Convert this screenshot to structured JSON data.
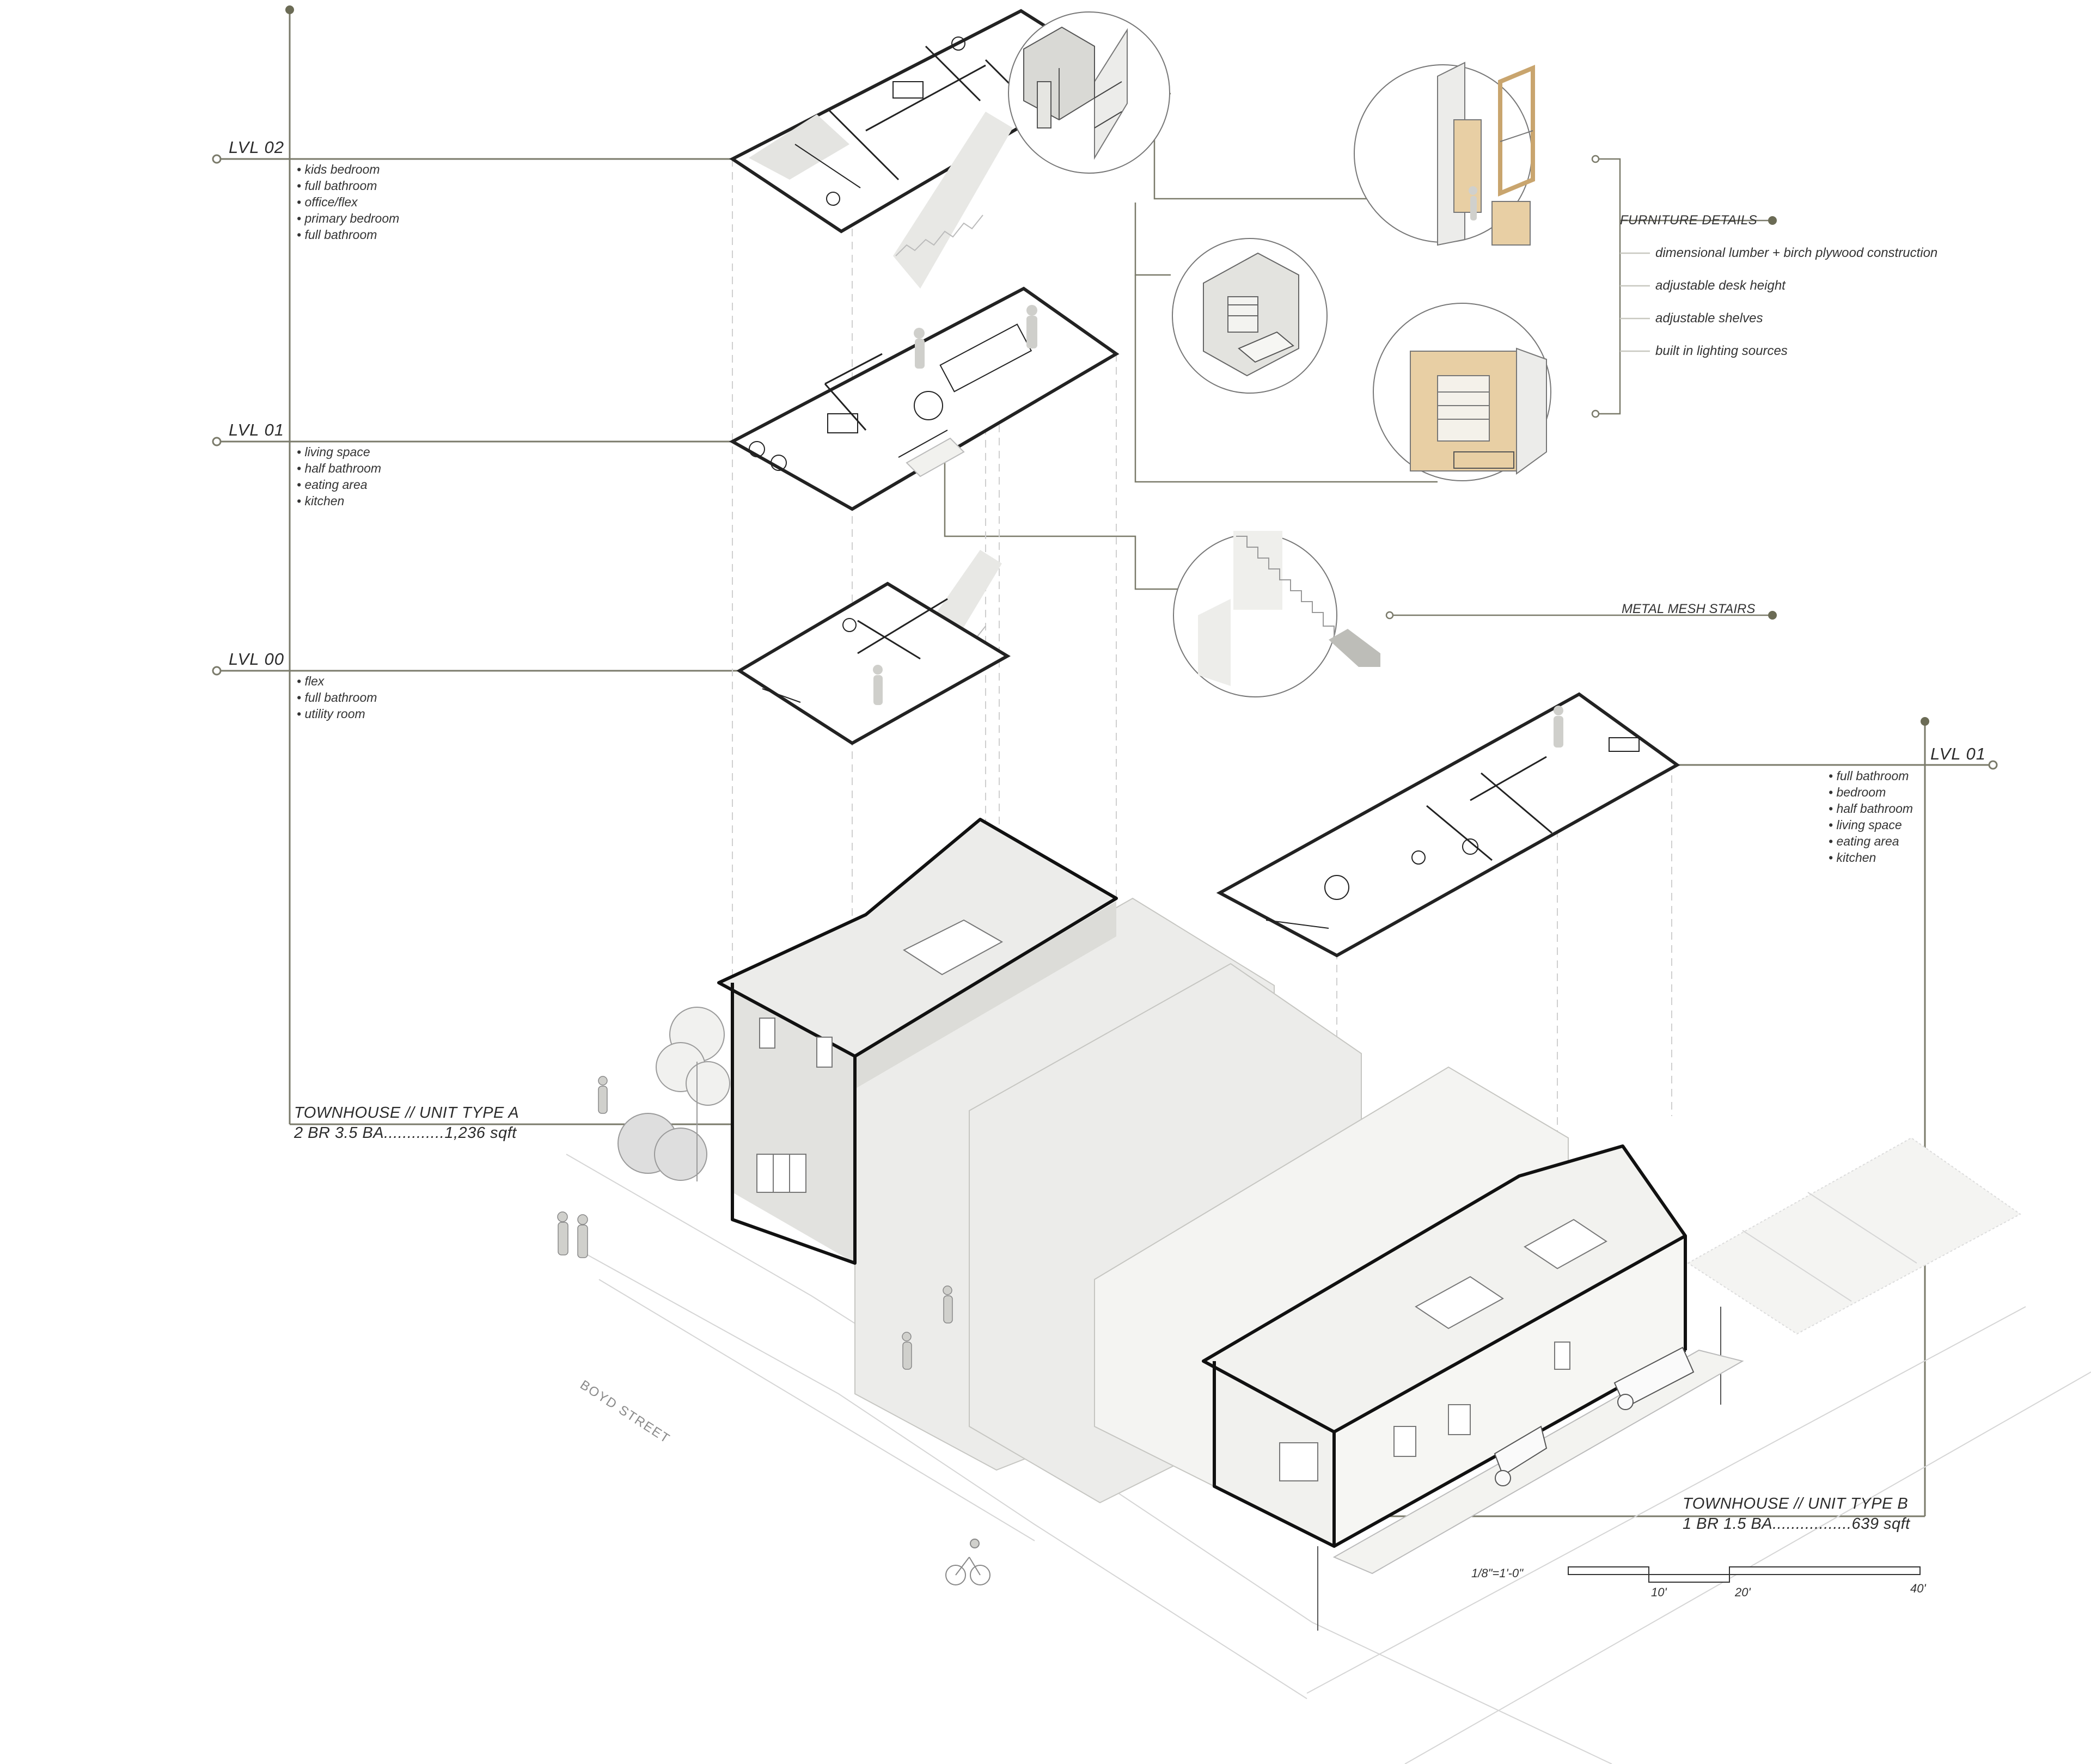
{
  "levels_left": [
    {
      "label": "LVL 02",
      "items": [
        "kids bedroom",
        "full bathroom",
        "office/flex",
        "primary bedroom",
        "full bathroom"
      ]
    },
    {
      "label": "LVL 01",
      "items": [
        "living space",
        "half bathroom",
        "eating area",
        "kitchen"
      ]
    },
    {
      "label": "LVL 00",
      "items": [
        "flex",
        "full bathroom",
        "utility room"
      ]
    }
  ],
  "level_right": {
    "label": "LVL 01",
    "items": [
      "full bathroom",
      "bedroom",
      "half bathroom",
      "living space",
      "eating area",
      "kitchen"
    ]
  },
  "furniture": {
    "title": "FURNITURE DETAILS",
    "notes": [
      "dimensional lumber + birch plywood construction",
      "adjustable desk height",
      "adjustable shelves",
      "built in lighting sources"
    ]
  },
  "stairs": {
    "title": "METAL MESH STAIRS"
  },
  "unit_a": {
    "title": "TOWNHOUSE // UNIT TYPE A",
    "summary": "2 BR 3.5 BA.............1,236 sqft"
  },
  "unit_b": {
    "title": "TOWNHOUSE // UNIT TYPE B",
    "summary": "1 BR 1.5 BA.................639 sqft"
  },
  "street": "BOYD STREET",
  "scale": {
    "ratio": "1/8\"=1'-0\"",
    "ticks": [
      "10'",
      "20'",
      "40'"
    ]
  },
  "colors": {
    "leader": "#7a7a6a",
    "dot": "#6b6b55",
    "wood": "#e8cfa4",
    "gray_fill": "#e4e4e1"
  }
}
